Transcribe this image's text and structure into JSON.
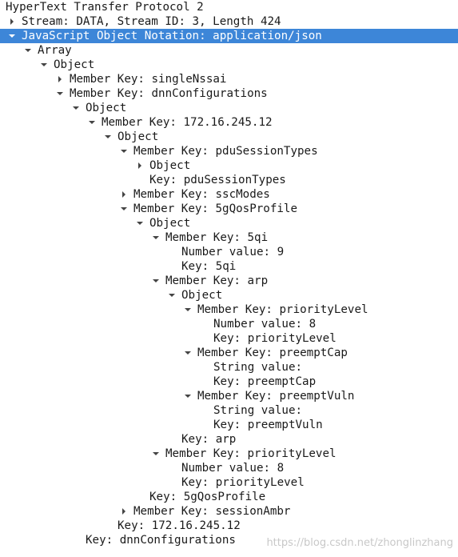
{
  "tree": [
    {
      "text": "HyperText Transfer Protocol 2",
      "indent": 0,
      "arrow": "none"
    },
    {
      "text": "Stream: DATA, Stream ID: 3, Length 424",
      "indent": 1,
      "arrow": "collapsed"
    },
    {
      "text": "JavaScript Object Notation: application/json",
      "indent": 1,
      "arrow": "expanded",
      "selected": true
    },
    {
      "text": "Array",
      "indent": 2,
      "arrow": "expanded"
    },
    {
      "text": "Object",
      "indent": 3,
      "arrow": "expanded"
    },
    {
      "text": "Member Key: singleNssai",
      "indent": 4,
      "arrow": "collapsed"
    },
    {
      "text": "Member Key: dnnConfigurations",
      "indent": 4,
      "arrow": "expanded"
    },
    {
      "text": "Object",
      "indent": 5,
      "arrow": "expanded"
    },
    {
      "text": "Member Key: 172.16.245.12",
      "indent": 6,
      "arrow": "expanded"
    },
    {
      "text": "Object",
      "indent": 7,
      "arrow": "expanded"
    },
    {
      "text": "Member Key: pduSessionTypes",
      "indent": 8,
      "arrow": "expanded"
    },
    {
      "text": "Object",
      "indent": 9,
      "arrow": "collapsed"
    },
    {
      "text": "Key: pduSessionTypes",
      "indent": 9,
      "arrow": "none"
    },
    {
      "text": "Member Key: sscModes",
      "indent": 8,
      "arrow": "collapsed"
    },
    {
      "text": "Member Key: 5gQosProfile",
      "indent": 8,
      "arrow": "expanded"
    },
    {
      "text": "Object",
      "indent": 9,
      "arrow": "expanded"
    },
    {
      "text": "Member Key: 5qi",
      "indent": 10,
      "arrow": "expanded"
    },
    {
      "text": "Number value: 9",
      "indent": 11,
      "arrow": "none"
    },
    {
      "text": "Key: 5qi",
      "indent": 11,
      "arrow": "none"
    },
    {
      "text": "Member Key: arp",
      "indent": 10,
      "arrow": "expanded"
    },
    {
      "text": "Object",
      "indent": 11,
      "arrow": "expanded"
    },
    {
      "text": "Member Key: priorityLevel",
      "indent": 12,
      "arrow": "expanded"
    },
    {
      "text": "Number value: 8",
      "indent": 13,
      "arrow": "none"
    },
    {
      "text": "Key: priorityLevel",
      "indent": 13,
      "arrow": "none"
    },
    {
      "text": "Member Key: preemptCap",
      "indent": 12,
      "arrow": "expanded"
    },
    {
      "text": "String value:",
      "indent": 13,
      "arrow": "none"
    },
    {
      "text": "Key: preemptCap",
      "indent": 13,
      "arrow": "none"
    },
    {
      "text": "Member Key: preemptVuln",
      "indent": 12,
      "arrow": "expanded"
    },
    {
      "text": "String value:",
      "indent": 13,
      "arrow": "none"
    },
    {
      "text": "Key: preemptVuln",
      "indent": 13,
      "arrow": "none"
    },
    {
      "text": "Key: arp",
      "indent": 11,
      "arrow": "none"
    },
    {
      "text": "Member Key: priorityLevel",
      "indent": 10,
      "arrow": "expanded"
    },
    {
      "text": "Number value: 8",
      "indent": 11,
      "arrow": "none"
    },
    {
      "text": "Key: priorityLevel",
      "indent": 11,
      "arrow": "none"
    },
    {
      "text": "Key: 5gQosProfile",
      "indent": 9,
      "arrow": "none"
    },
    {
      "text": "Member Key: sessionAmbr",
      "indent": 8,
      "arrow": "collapsed"
    },
    {
      "text": "Key: 172.16.245.12",
      "indent": 7,
      "arrow": "none"
    },
    {
      "text": "Key: dnnConfigurations",
      "indent": 5,
      "arrow": "none"
    }
  ],
  "watermark": "https://blog.csdn.net/zhonglinzhang",
  "colors": {
    "selection": "#3d86d8",
    "text": "#1a1a1a",
    "watermark": "#c8c8c8"
  }
}
